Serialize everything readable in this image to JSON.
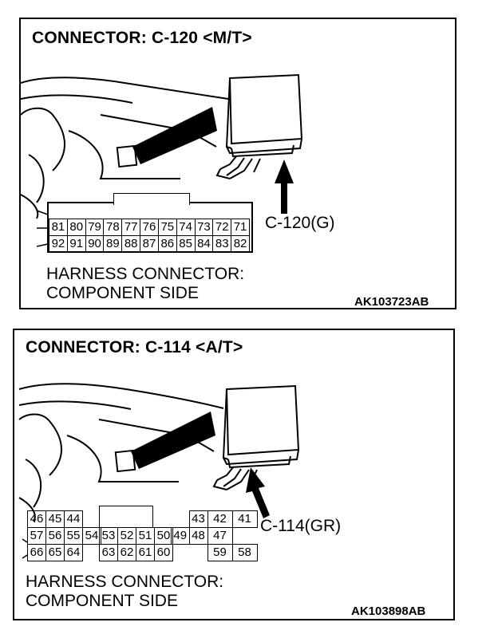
{
  "panels": [
    {
      "title": "CONNECTOR: C-120 <M/T>",
      "connector_label": "C-120(G)",
      "caption_line1": "HARNESS CONNECTOR:",
      "caption_line2": "COMPONENT SIDE",
      "code": "AK103723AB",
      "pins_row1": [
        "81",
        "80",
        "79",
        "78",
        "77",
        "76",
        "75",
        "74",
        "73",
        "72",
        "71"
      ],
      "pins_row2": [
        "92",
        "91",
        "90",
        "89",
        "88",
        "87",
        "86",
        "85",
        "84",
        "83",
        "82"
      ]
    },
    {
      "title": "CONNECTOR: C-114 <A/T>",
      "connector_label": "C-114(GR)",
      "caption_line1": "HARNESS CONNECTOR:",
      "caption_line2": "COMPONENT SIDE",
      "code": "AK103898AB",
      "pins_row1": [
        "46",
        "45",
        "44",
        "",
        "",
        "",
        "",
        "",
        "",
        "43",
        "42",
        "41"
      ],
      "pins_row2": [
        "57",
        "56",
        "55",
        "54",
        "53",
        "52",
        "51",
        "50",
        "49",
        "48",
        "47"
      ],
      "pins_row3": [
        "66",
        "65",
        "64",
        "",
        "63",
        "62",
        "61",
        "60",
        "",
        "59",
        "58"
      ]
    }
  ]
}
